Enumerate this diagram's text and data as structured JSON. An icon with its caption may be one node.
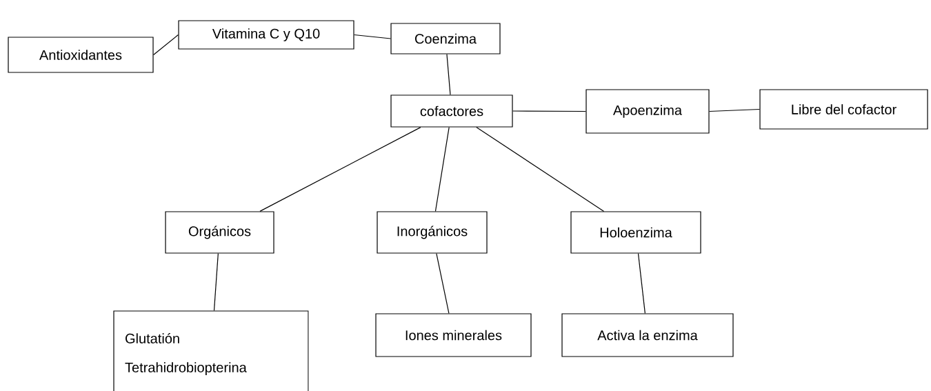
{
  "diagram": {
    "nodes": [
      {
        "text": [
          "Antioxidantes"
        ]
      },
      {
        "text": [
          "Vitamina C y Q10"
        ]
      },
      {
        "text": [
          "Coenzima"
        ]
      },
      {
        "text": [
          "cofactores"
        ]
      },
      {
        "text": [
          "Apoenzima"
        ]
      },
      {
        "text": [
          "Libre del cofactor"
        ]
      },
      {
        "text": [
          "Orgánicos"
        ]
      },
      {
        "text": [
          "Inorgánicos"
        ]
      },
      {
        "text": [
          "Holoenzima"
        ]
      },
      {
        "text": [
          "Glutatión",
          "Tetrahidrobiopterina"
        ]
      },
      {
        "text": [
          "Iones minerales"
        ]
      },
      {
        "text": [
          "Activa la enzima"
        ]
      }
    ],
    "edges": [
      {
        "from": 0,
        "to": 1,
        "arrow": "none"
      },
      {
        "from": 1,
        "to": 2,
        "arrow": "none"
      },
      {
        "from": 2,
        "to": 3,
        "arrow": "none"
      },
      {
        "from": 3,
        "to": 4,
        "arrow": "none"
      },
      {
        "from": 4,
        "to": 5,
        "arrow": "none"
      },
      {
        "from": 3,
        "to": 6,
        "arrow": "none"
      },
      {
        "from": 3,
        "to": 7,
        "arrow": "none"
      },
      {
        "from": 3,
        "to": 8,
        "arrow": "none"
      },
      {
        "from": 6,
        "to": 9,
        "arrow": "none"
      },
      {
        "from": 7,
        "to": 10,
        "arrow": "none"
      },
      {
        "from": 8,
        "to": 11,
        "arrow": "none"
      }
    ]
  }
}
